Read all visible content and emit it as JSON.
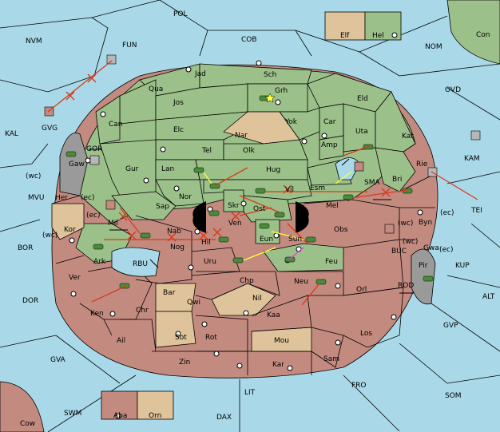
{
  "board": {
    "colors": {
      "sea": "#a9d9e8",
      "green": "#9cc08a",
      "red": "#c38a7f",
      "tan": "#dfc49b",
      "gray": "#9a9a9a",
      "attack_arrow": "#d83a1c",
      "support_arrow": "#ffff33",
      "convoy_arrow": "#e040e0"
    },
    "legend_top": {
      "left": "Elf",
      "right": "Hel"
    },
    "legend_bottom": {
      "left": "Aba",
      "right": "Orn"
    },
    "sea_labels": {
      "pol": "POL",
      "nvm": "NVM",
      "fun": "FUN",
      "cob": "COB",
      "nom": "NOM",
      "con": "Con",
      "ovd": "OVD",
      "kal": "KAL",
      "kam": "KAM",
      "mvu": "MVU",
      "tei": "TEI",
      "bor": "BOR",
      "kup": "KUP",
      "dor": "DOR",
      "alt": "ALT",
      "gvp": "GVP",
      "gva": "GVA",
      "fro": "FRO",
      "som": "SOM",
      "lit": "LIT",
      "swm": "SWM",
      "dax": "DAX",
      "cow": "Cow",
      "gor": "GOR",
      "sma": "SMA",
      "buc": "BUC",
      "rod": "ROD",
      "rbu": "RBU"
    },
    "land_labels": {
      "jad": "Jad",
      "sch": "Sch",
      "qua": "Qua",
      "grh": "Grh",
      "jos": "Jos",
      "eld": "Eld",
      "can": "Can",
      "yok": "Yok",
      "car": "Car",
      "elc": "Elc",
      "nar": "Nar",
      "uta": "Uta",
      "kat": "Kat",
      "gvg": "GVG",
      "amp": "Amp",
      "tel": "Tel",
      "olk": "Olk",
      "gaw": "Gaw",
      "gur": "Gur",
      "lan": "Lan",
      "hug": "Hug",
      "bri": "Bri",
      "rie": "Rie",
      "esm": "Esm",
      "nor": "Nor",
      "vil": "Vil",
      "her": "Her",
      "wc1": "(wc)",
      "ec1": "(ec)",
      "sap": "Sap",
      "skr": "Skr",
      "mel": "Mel",
      "ost": "Ost",
      "ven": "Ven",
      "mil": "Mil",
      "wc2": "(wc)",
      "byn": "Byn",
      "ec2": "(ec)",
      "ec3": "(ec)",
      "kor": "Kor",
      "wc3": "(wc)",
      "nab": "Nab",
      "eun": "Eun",
      "obs": "Obs",
      "hil": "Hil",
      "sun": "Sun",
      "wc4": "(wc)",
      "gwa": "Gwa",
      "ec4": "(ec)",
      "nog": "Nog",
      "ark": "Ark",
      "uru": "Uru",
      "feu": "Feu",
      "pir": "Pir",
      "ver": "Ver",
      "bar": "Bar",
      "chp": "Chp",
      "neu": "Neu",
      "qwi": "Qwi",
      "orl": "Orl",
      "nil": "Nil",
      "ken": "Ken",
      "chr": "Chr",
      "kaa": "Kaa",
      "ail": "Ail",
      "sot": "Sot",
      "rot": "Rot",
      "mou": "Mou",
      "los": "Los",
      "sam": "Sam",
      "zin": "Zin",
      "kar": "Kar"
    }
  }
}
